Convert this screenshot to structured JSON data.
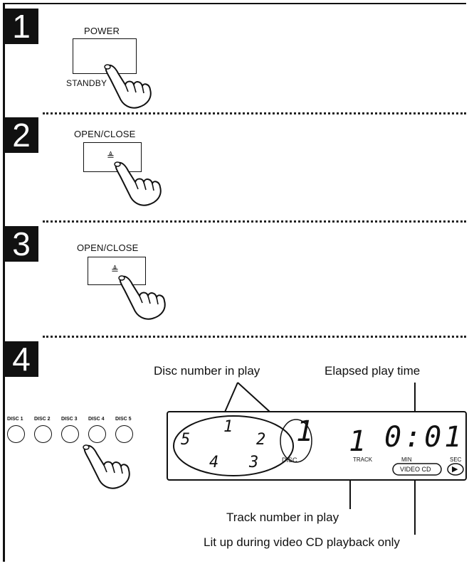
{
  "steps": [
    {
      "number": "1",
      "button_label": "POWER",
      "sub_label": "STANDBY"
    },
    {
      "number": "2",
      "button_label": "OPEN/CLOSE",
      "icon": "eject-icon",
      "symbol": "≜"
    },
    {
      "number": "3",
      "button_label": "OPEN/CLOSE",
      "icon": "eject-icon",
      "symbol": "≜"
    },
    {
      "number": "4"
    }
  ],
  "disc_buttons": [
    "DISC 1",
    "DISC 2",
    "DISC 3",
    "DISC 4",
    "DISC 5"
  ],
  "callouts": {
    "disc_number": "Disc number in play",
    "elapsed_time": "Elapsed play time",
    "track_number": "Track number in play",
    "video_cd": "Lit up during video CD playback only"
  },
  "display": {
    "disc_ring": [
      "1",
      "2",
      "3",
      "4",
      "5"
    ],
    "disc_value": "1",
    "disc_label": "DISC",
    "track_value": "1",
    "track_label": "TRACK",
    "time_value": "0:01",
    "min_label": "MIN",
    "sec_label": "SEC",
    "video_cd_label": "VIDEO CD",
    "play_symbol": "▶"
  }
}
